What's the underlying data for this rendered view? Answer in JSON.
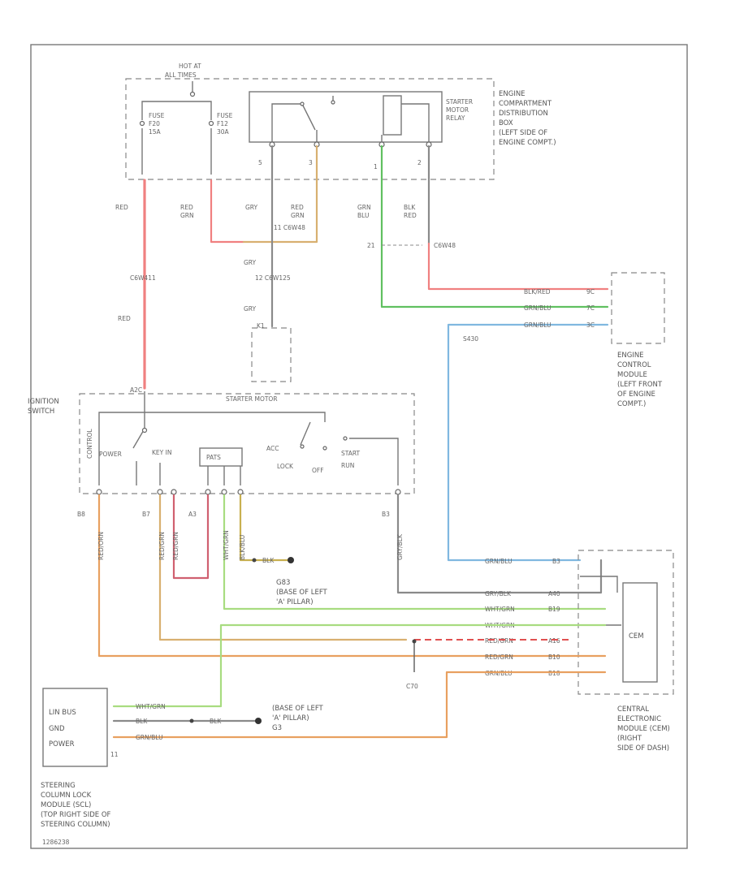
{
  "engine_box": {
    "title_lines": [
      "ENGINE",
      "COMPARTMENT",
      "DISTRIBUTION",
      "BOX",
      "(LEFT SIDE OF",
      "ENGINE COMPT.)"
    ],
    "hot_at": [
      "HOT AT",
      "ALL TIMES"
    ],
    "fuse_f20": [
      "FUSE",
      "F20",
      "15A"
    ],
    "fuse_f12": [
      "FUSE",
      "F12",
      "30A"
    ],
    "relay": [
      "STARTER",
      "MOTOR",
      "RELAY"
    ],
    "pins": [
      "5",
      "3",
      "1",
      "2"
    ]
  },
  "wires_top": {
    "red": "RED",
    "red_grn": [
      "RED",
      "GRN"
    ],
    "gry1": "GRY",
    "red_grn2": [
      "RED",
      "GRN"
    ],
    "grn_blu": [
      "GRN",
      "BLU"
    ],
    "blk_red": [
      "BLK",
      "RED"
    ],
    "c1": "11 C6W48",
    "c2": "C6W411",
    "c3": "12 C6W125",
    "c4": "C6W48",
    "c5": "21",
    "gry2": "GRY",
    "gry3": "GRY",
    "red2": "RED",
    "k": "K1"
  },
  "ecm": {
    "wires": [
      "BLK/RED",
      "GRN/BLU",
      "GRN/BLU"
    ],
    "pins": [
      "9C",
      "7C",
      "3C"
    ],
    "splice": "S430",
    "title_lines": [
      "ENGINE",
      "CONTROL",
      "MODULE",
      "(LEFT FRONT",
      "OF ENGINE",
      "COMPT.)"
    ]
  },
  "ignition": {
    "label_lines": [
      "IGNITION",
      "SWITCH"
    ],
    "side": "CONTROL",
    "top": "STARTER MOTOR",
    "a": "A2C",
    "power": "POWER",
    "key_in": "KEY IN",
    "pats": "PATS",
    "acc": "ACC",
    "lock": "LOCK",
    "off": "OFF",
    "start": "START",
    "run": "RUN",
    "pins": [
      "B8",
      "B7",
      "A3",
      "B3"
    ],
    "wire_a": "RED/ORN",
    "wire_b": "RED/GRN",
    "wire_c": "RED/GRN",
    "wire_d": "WHT/GRN",
    "wire_e": "BLK/BLU",
    "wire_f": "GRY/BLK",
    "blk": "BLK"
  },
  "ground": {
    "g1_lines": [
      "G83",
      "(BASE OF LEFT",
      "'A' PILLAR)"
    ],
    "g2_lines": [
      "(BASE OF LEFT",
      "'A' PILLAR)",
      "G3"
    ],
    "g2_wire": "BLK"
  },
  "cem": {
    "wires": [
      "GRN/BLU",
      "GRY/BLK",
      "WHT/GRN",
      "WHT/GRN",
      "RED/GRN",
      "RED/GRN",
      "GRN/BLU"
    ],
    "pins": [
      "B3",
      "A40",
      "B19",
      "A16",
      "B10",
      "B18"
    ],
    "label": "CEM",
    "title_lines": [
      "CENTRAL",
      "ELECTRONIC",
      "MODULE (CEM)",
      "(RIGHT",
      "SIDE OF DASH)"
    ],
    "splice": "C70"
  },
  "scl": {
    "rows": [
      "LIN BUS",
      "GND",
      "POWER"
    ],
    "wires": [
      "WHT/GRN",
      "BLK",
      "GRN/BLU"
    ],
    "pin": "11",
    "title_lines": [
      "STEERING",
      "COLUMN LOCK",
      "MODULE (SCL)",
      "(TOP RIGHT SIDE OF",
      "STEERING COLUMN)"
    ],
    "code": "1286238"
  },
  "colors": {
    "red": "#f08080",
    "orange": "#e8a060",
    "tan": "#d8b070",
    "green": "#60c060",
    "lightgreen": "#a8dc80",
    "blue": "#80b8e0",
    "grey": "#8a8a8a"
  }
}
